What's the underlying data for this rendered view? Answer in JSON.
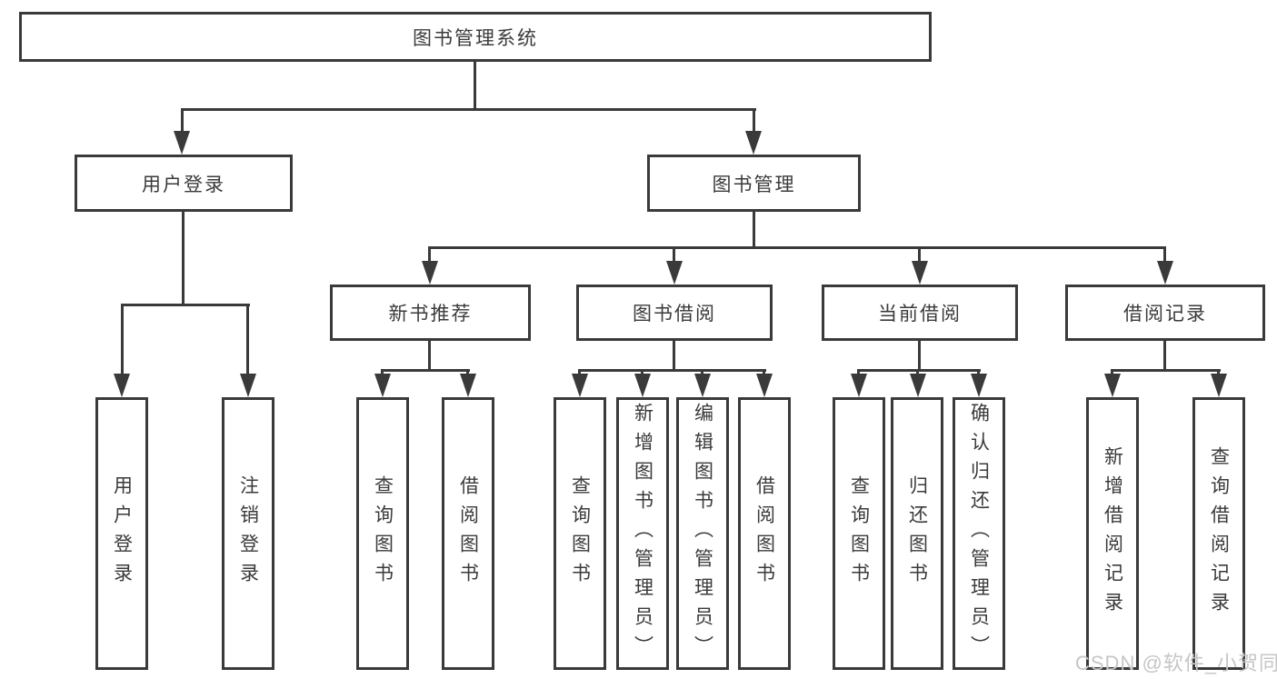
{
  "nodes": {
    "root": "图书管理系统",
    "user_login": "用户登录",
    "book_mgmt": "图书管理",
    "new_book_rec": "新书推荐",
    "book_borrow": "图书借阅",
    "current_borrow": "当前借阅",
    "borrow_records": "借阅记录",
    "leaves": [
      "用户登录",
      "注销登录",
      "查询图书",
      "借阅图书",
      "查询图书",
      "新增图书（管理员）",
      "编辑图书（管理员）",
      "借阅图书",
      "查询图书",
      "归还图书",
      "确认归还（管理员）",
      "新增借阅记录",
      "查询借阅记录"
    ]
  },
  "watermark": "CSDN @软件_小贺同学",
  "colors": {
    "line": "#3a3a3a",
    "text": "#3a3a3a",
    "watermark": "#c6c6c6",
    "background": "#ffffff"
  }
}
